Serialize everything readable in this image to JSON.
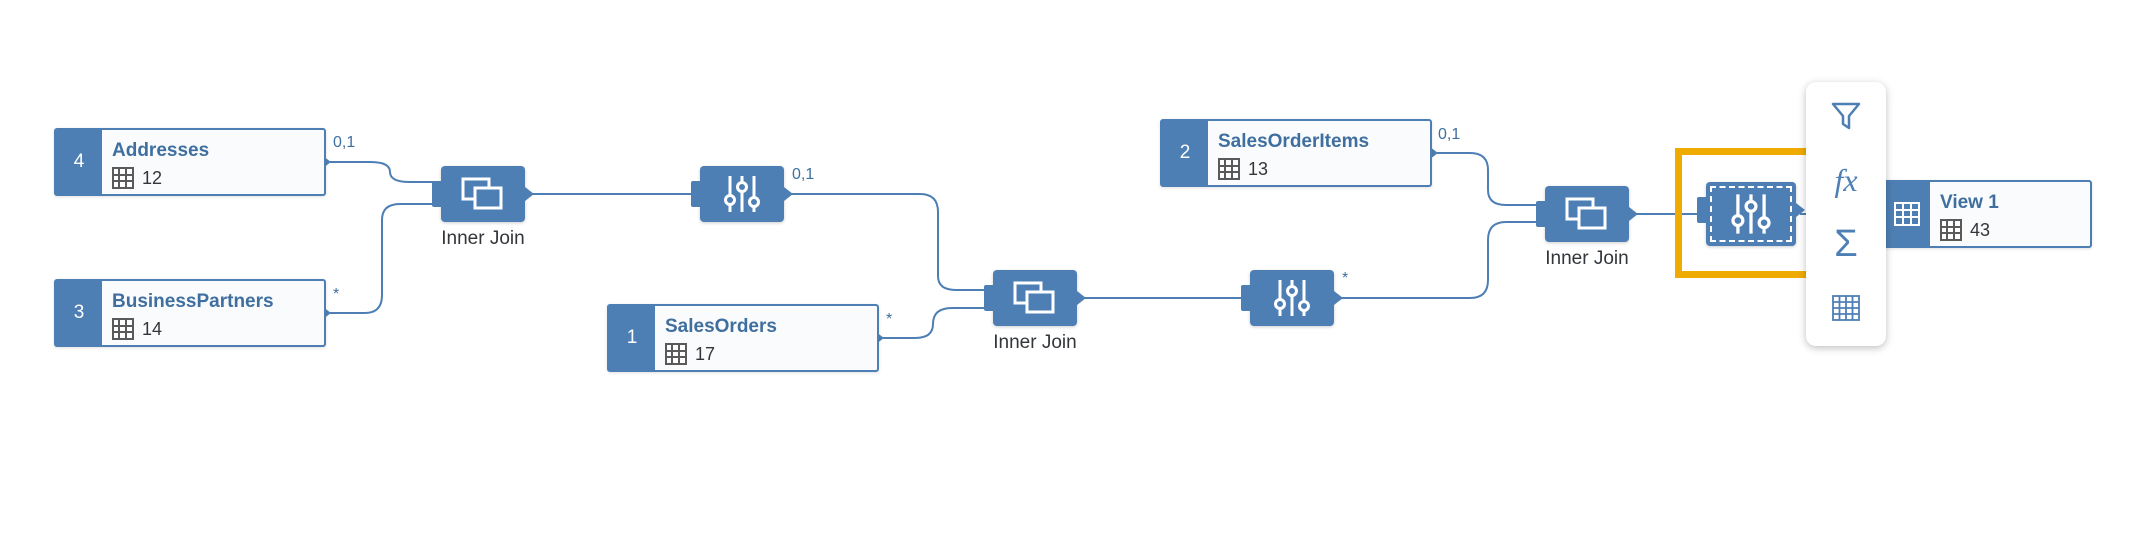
{
  "sources": [
    {
      "order": "4",
      "name": "Addresses",
      "columns": "12"
    },
    {
      "order": "3",
      "name": "BusinessPartners",
      "columns": "14"
    },
    {
      "order": "1",
      "name": "SalesOrders",
      "columns": "17"
    },
    {
      "order": "2",
      "name": "SalesOrderItems",
      "columns": "13"
    }
  ],
  "joins": [
    {
      "label": "Inner Join"
    },
    {
      "label": "Inner Join"
    },
    {
      "label": "Inner Join"
    }
  ],
  "cardinalities": {
    "addresses": "0,1",
    "business_partners": "*",
    "projection_a": "0,1",
    "sales_orders": "*",
    "projection_b": "*",
    "sales_order_items": "0,1"
  },
  "output": {
    "name": "View 1",
    "columns": "43"
  },
  "toolbar": {
    "items": [
      {
        "icon": "filter-icon"
      },
      {
        "icon": "calculated-column-icon",
        "glyph": "fx"
      },
      {
        "icon": "aggregation-icon",
        "glyph": "Σ"
      },
      {
        "icon": "table-icon"
      }
    ]
  },
  "colors": {
    "node": "#4e7fb4",
    "selection_highlight": "#f0ab00",
    "title_text": "#3f6f9f"
  }
}
